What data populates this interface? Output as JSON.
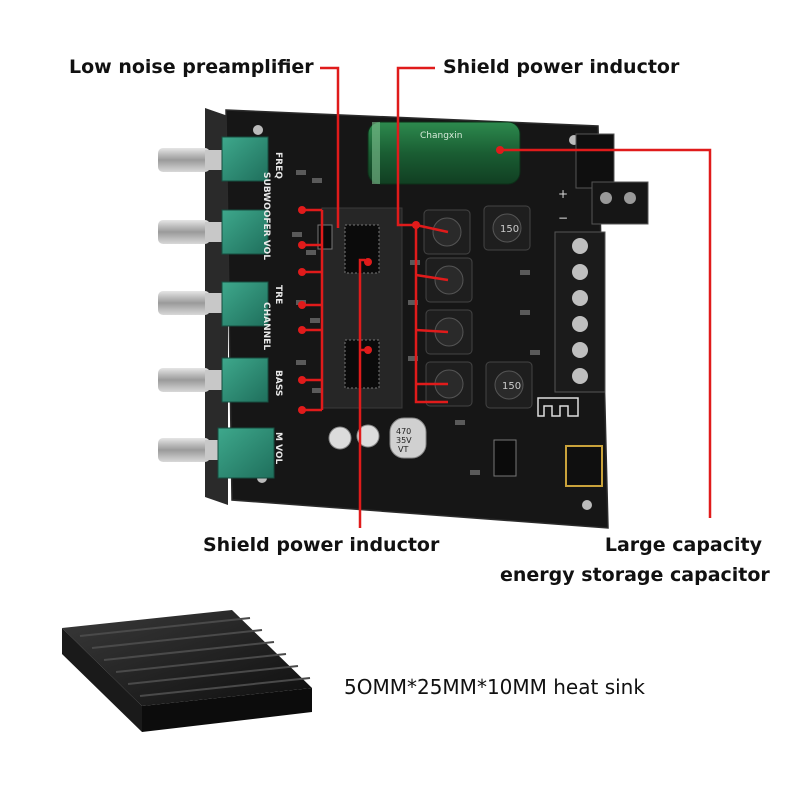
{
  "labels": {
    "preamp": "Low noise preamplifier",
    "inductor_top": "Shield power inductor",
    "inductor_bottom": "Shield power inductor",
    "capacitor_line1": "Large capacity",
    "capacitor_line2": "energy storage capacitor",
    "heatsink": "5OMM*25MM*10MM heat sink"
  },
  "silkscreen": {
    "freq": "FREQ",
    "subwoofer_vol": "SUBWOOFER VOL",
    "tre": "TRE",
    "channel": "CHANNEL",
    "bass": "BASS",
    "m_vol": "M VOL",
    "cap_big_brand": "Changxin",
    "cap_small_1": "470",
    "cap_small_2": "35V",
    "cap_small_3": "VT",
    "inductor_code": "150",
    "plus": "+",
    "minus": "−"
  },
  "colors": {
    "pcb": "#141414",
    "pot": "#2f8f78",
    "callout": "#e01b1b",
    "capacitor": "#1f6b3b",
    "heatsink": "#1a1a1a"
  }
}
